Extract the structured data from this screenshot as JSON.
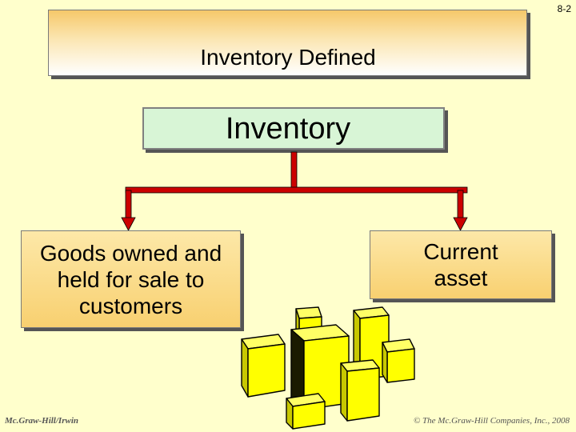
{
  "slide_number": "8-2",
  "title": "Inventory Defined",
  "diagram": {
    "root": "Inventory",
    "children": [
      {
        "label": "Goods owned and held for sale to customers"
      },
      {
        "label": "Current asset"
      }
    ]
  },
  "colors": {
    "background": "#ffffcc",
    "connector": "#cc0000",
    "root_fill": "#d8f5d6",
    "child_fill": "#f8d070",
    "boxes_yellow": "#ffff00"
  },
  "illustration": "yellow-boxes-stack",
  "footer": {
    "left": "Mc.Graw-Hill/Irwin",
    "right": "© The Mc.Graw-Hill Companies, Inc., 2008"
  }
}
